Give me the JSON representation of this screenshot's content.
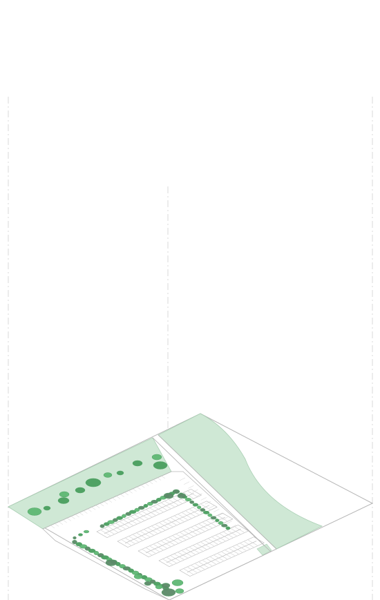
{
  "diagram": {
    "kind": "axonometric-site-plan",
    "colors": {
      "background": "#ffffff",
      "outline": "#b5b5b5",
      "guide": "#cfcfcf",
      "green_space": "#cfe8d5",
      "green_edge": "#a9cfb3",
      "tree_light": "#5fb874",
      "tree_mid": "#4a9f5f",
      "tree_dark": "#5b8a68",
      "pavement": "#ffffff"
    },
    "parking_rows": 5,
    "tree_groups": [
      "north-edge-trees",
      "median-trees",
      "south-cluster-trees"
    ]
  }
}
